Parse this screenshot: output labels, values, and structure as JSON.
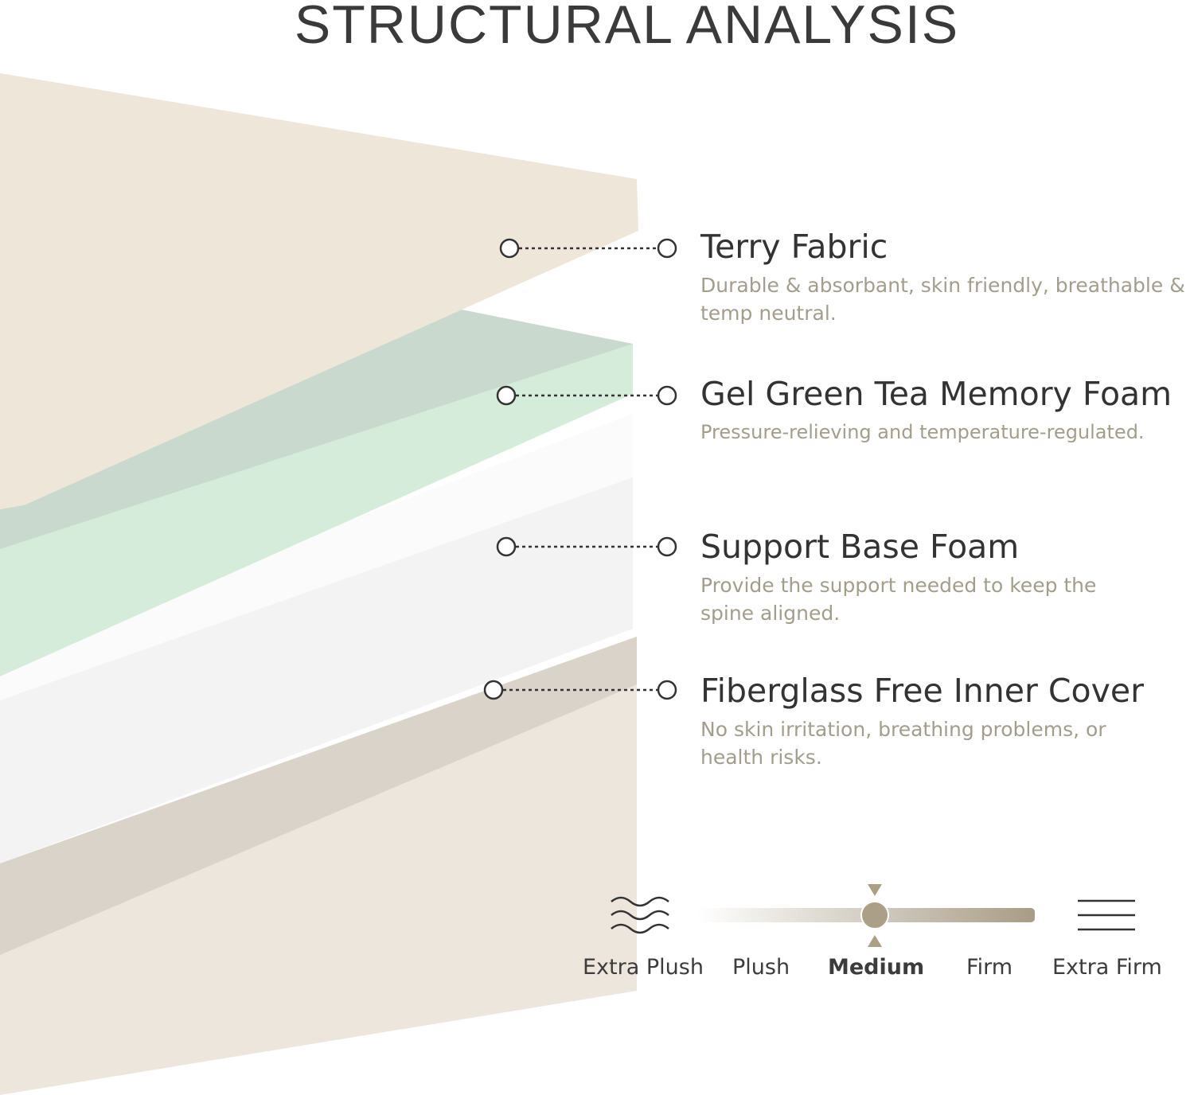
{
  "title": "STRUCTURAL ANALYSIS",
  "layers": [
    {
      "name": "Terry Fabric",
      "description": "Durable & absorbant, skin friendly, breathable & temp neutral."
    },
    {
      "name": "Gel Green Tea Memory Foam",
      "description": "Pressure-relieving and temperature-regulated."
    },
    {
      "name": "Support Base Foam",
      "description": "Provide the support needed to keep the spine aligned."
    },
    {
      "name": "Fiberglass Free Inner Cover",
      "description": "No skin irritation, breathing problems, or health risks."
    }
  ],
  "firmness": {
    "levels": [
      "Extra Plush",
      "Plush",
      "Medium",
      "Firm",
      "Extra Firm"
    ],
    "selected": "Medium",
    "selected_index": 2,
    "accent": "#a89c86"
  },
  "colors": {
    "terry": "#efe6da",
    "green": "#d4ecd9",
    "white": "#f6f6f6",
    "cover": "#ebe5da"
  }
}
